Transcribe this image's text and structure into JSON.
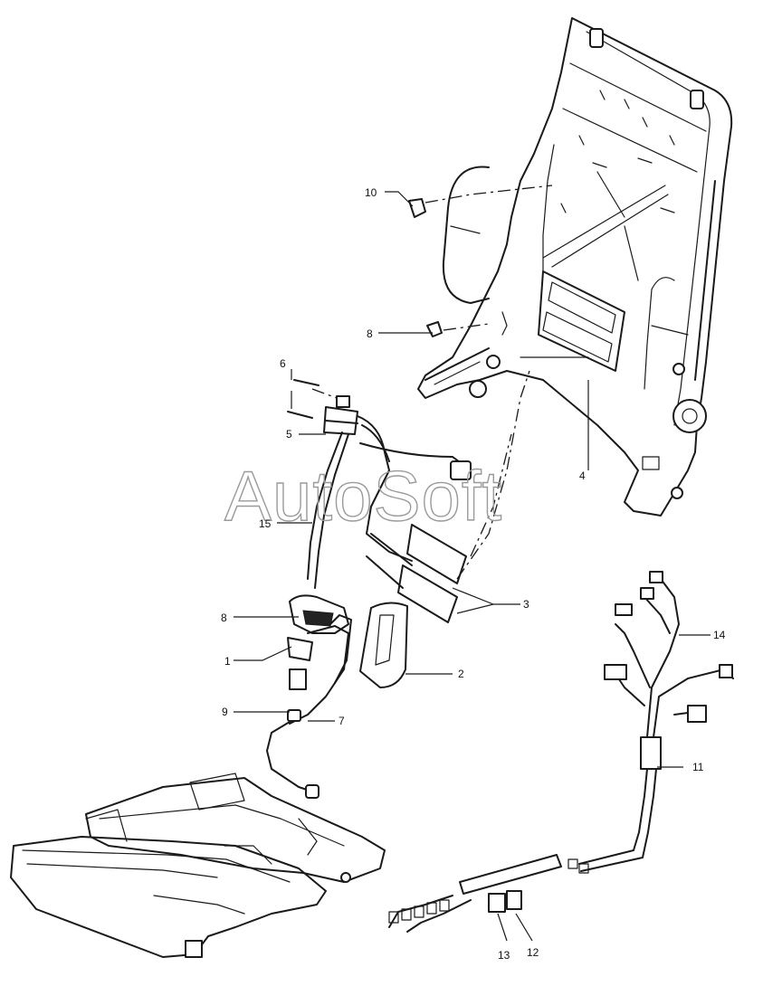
{
  "watermark": "AutoSoft",
  "callouts": {
    "c1": "1",
    "c2": "2",
    "c3": "3",
    "c4": "4",
    "c5": "5",
    "c6": "6",
    "c7": "7",
    "c8a": "8",
    "c8b": "8",
    "c9": "9",
    "c10": "10",
    "c11": "11",
    "c12": "12",
    "c13": "13",
    "c14": "14",
    "c15": "15"
  }
}
